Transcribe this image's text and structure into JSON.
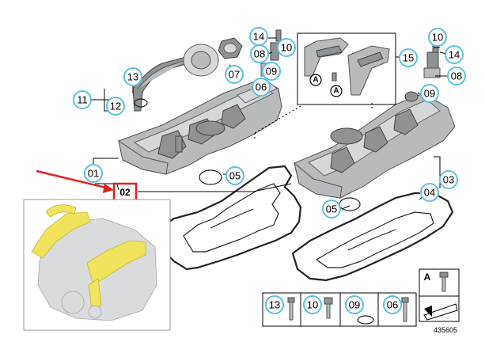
{
  "diagram_id": "435605",
  "highlighted_callout": "02",
  "callouts": [
    {
      "id": "c-01",
      "label": "01"
    },
    {
      "id": "c-02",
      "label": "02"
    },
    {
      "id": "c-03",
      "label": "03"
    },
    {
      "id": "c-04",
      "label": "04"
    },
    {
      "id": "c-05a",
      "label": "05"
    },
    {
      "id": "c-05b",
      "label": "05"
    },
    {
      "id": "c-06",
      "label": "06"
    },
    {
      "id": "c-07",
      "label": "07"
    },
    {
      "id": "c-08a",
      "label": "08"
    },
    {
      "id": "c-08b",
      "label": "08"
    },
    {
      "id": "c-09a",
      "label": "09"
    },
    {
      "id": "c-09b",
      "label": "09"
    },
    {
      "id": "c-10a",
      "label": "10"
    },
    {
      "id": "c-10b",
      "label": "10"
    },
    {
      "id": "c-11",
      "label": "11"
    },
    {
      "id": "c-12",
      "label": "12"
    },
    {
      "id": "c-13",
      "label": "13"
    },
    {
      "id": "c-14a",
      "label": "14"
    },
    {
      "id": "c-14b",
      "label": "14"
    },
    {
      "id": "c-15",
      "label": "15"
    }
  ],
  "marker_a": "A",
  "legend": [
    {
      "label": "13"
    },
    {
      "label": "10"
    },
    {
      "label": "09"
    },
    {
      "label": "06"
    }
  ],
  "legend_a_label": "A",
  "colors": {
    "callout_ring": "#5bc0e6",
    "highlight": "#e51f1f",
    "engine_highlight": "#f0e45c"
  }
}
